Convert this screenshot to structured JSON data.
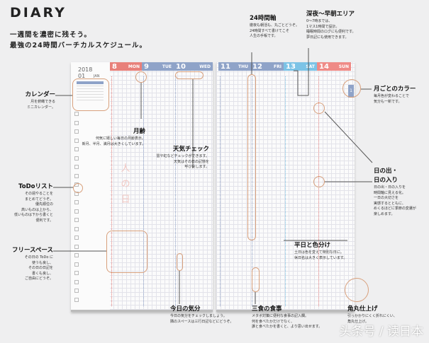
{
  "header": {
    "title": "DIARY",
    "line1": "一週間を濃密に残そう。",
    "line2": "最強の24時間バーチカルスケジュール。"
  },
  "diary": {
    "year": "2018",
    "month_num": "01",
    "month_name": "JAN",
    "month_tab": "1",
    "watermark_text": "人の日",
    "days": [
      {
        "num": "8",
        "dow": "MON",
        "color": "#e8807a"
      },
      {
        "num": "9",
        "dow": "TUE",
        "color": "#8fa3c8"
      },
      {
        "num": "10",
        "dow": "WED",
        "color": "#8fa3c8"
      },
      {
        "num": "11",
        "dow": "THU",
        "color": "#8fa3c8"
      },
      {
        "num": "12",
        "dow": "FRI",
        "color": "#8fa3c8"
      },
      {
        "num": "13",
        "dow": "SAT",
        "color": "#7cc3e6"
      },
      {
        "num": "14",
        "dow": "SUN",
        "color": "#ef8a86"
      }
    ]
  },
  "annotations": [
    {
      "key": "calendar",
      "title": "カレンダー",
      "lines": [
        "月を俯瞰できる",
        "ミニカレンダー。"
      ]
    },
    {
      "key": "moon",
      "title": "月齢",
      "lines": [
        "何気に嬉しい毎日の月齢表示。",
        "新月、半月、満月は大きくしています。"
      ]
    },
    {
      "key": "weather",
      "title": "天気チェック",
      "lines": [
        "雷や虹などチェックができます。",
        "天気はその日の記憶を",
        "呼び戻します。"
      ]
    },
    {
      "key": "todo",
      "title": "ToDoリスト",
      "lines": [
        "その週やることを",
        "まとめてどうぞ。",
        "優先順位の",
        "高いものは上から、",
        "低いものは下から書くと",
        "便利です。"
      ]
    },
    {
      "key": "free",
      "title": "フリースペース",
      "lines": [
        "その日の ToDo に",
        "使うも良し、",
        "その日の日記を",
        "書くも良し、",
        "ご自由にどうぞ。"
      ]
    },
    {
      "key": "axis24",
      "title": "24時間軸",
      "lines": [
        "徹夜も朝活も、丸ごとどうぞ。",
        "24時間すべて書けてこそ",
        "人生の手帳です。"
      ]
    },
    {
      "key": "night",
      "title": "深夜～早朝エリア",
      "lines": [
        "0～7時までは、",
        "1マス1時間で設計。",
        "睡眠時間のログにも便利です。",
        "夢日記にも使用できます。"
      ]
    },
    {
      "key": "monthcolor",
      "title": "月ごとのカラー",
      "lines": [
        "毎月色が変わることで",
        "気分も一新です。"
      ]
    },
    {
      "key": "sunrise",
      "title": "日の出・\n日の入り",
      "lines": [
        "日の出・日の入りを",
        "時間軸に見える化。",
        "一日の大切さを",
        "実感するとともに、",
        "めくるほどに季節の変遷が",
        "楽しめます。"
      ]
    },
    {
      "key": "weekday",
      "title": "平日と色分け",
      "lines": [
        "土日は色を変えて特別な日に。",
        "休日名は大きく表示しています。"
      ]
    },
    {
      "key": "mood",
      "title": "今日の気分",
      "lines": [
        "今日の気分をチェックしましょう。",
        "隣のスペースは三行日記などにどうぞ。"
      ]
    },
    {
      "key": "meals",
      "title": "三食の食事",
      "lines": [
        "メタボ対策に便利な食事の記入欄。",
        "何を食べたかだけでなく、",
        "誰と食べたかを書くと、より思い出せます。"
      ]
    },
    {
      "key": "corner",
      "title": "角丸仕上げ",
      "lines": [
        "引っかかりにくく折れにくい、",
        "角丸仕上げ。"
      ]
    }
  ],
  "footer": {
    "credit": "头条号 / 读日本"
  }
}
